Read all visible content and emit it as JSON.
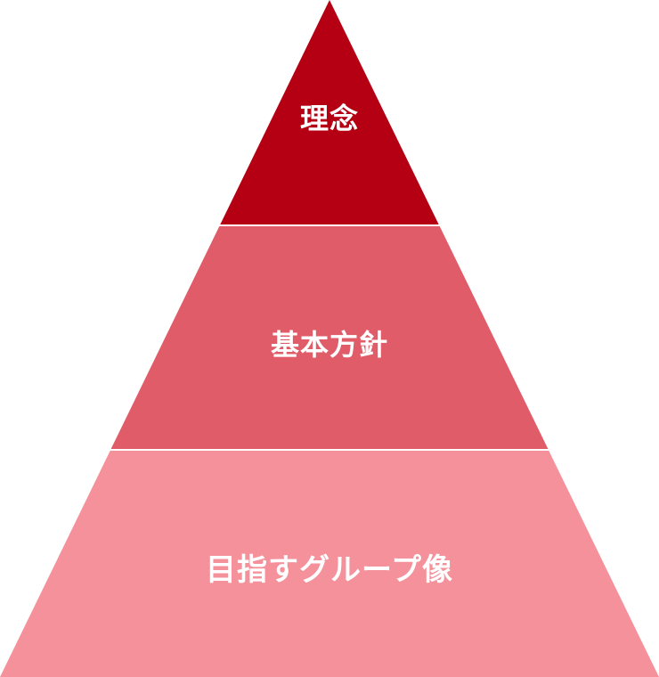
{
  "diagram": {
    "type": "pyramid",
    "levels": [
      {
        "label": "理念",
        "color": "#B50014"
      },
      {
        "label": "基本方針",
        "color": "#E05C69"
      },
      {
        "label": "目指すグループ像",
        "color": "#F4919A"
      }
    ],
    "background": "#FFFFFF",
    "divider_color": "#FFFFFF"
  }
}
